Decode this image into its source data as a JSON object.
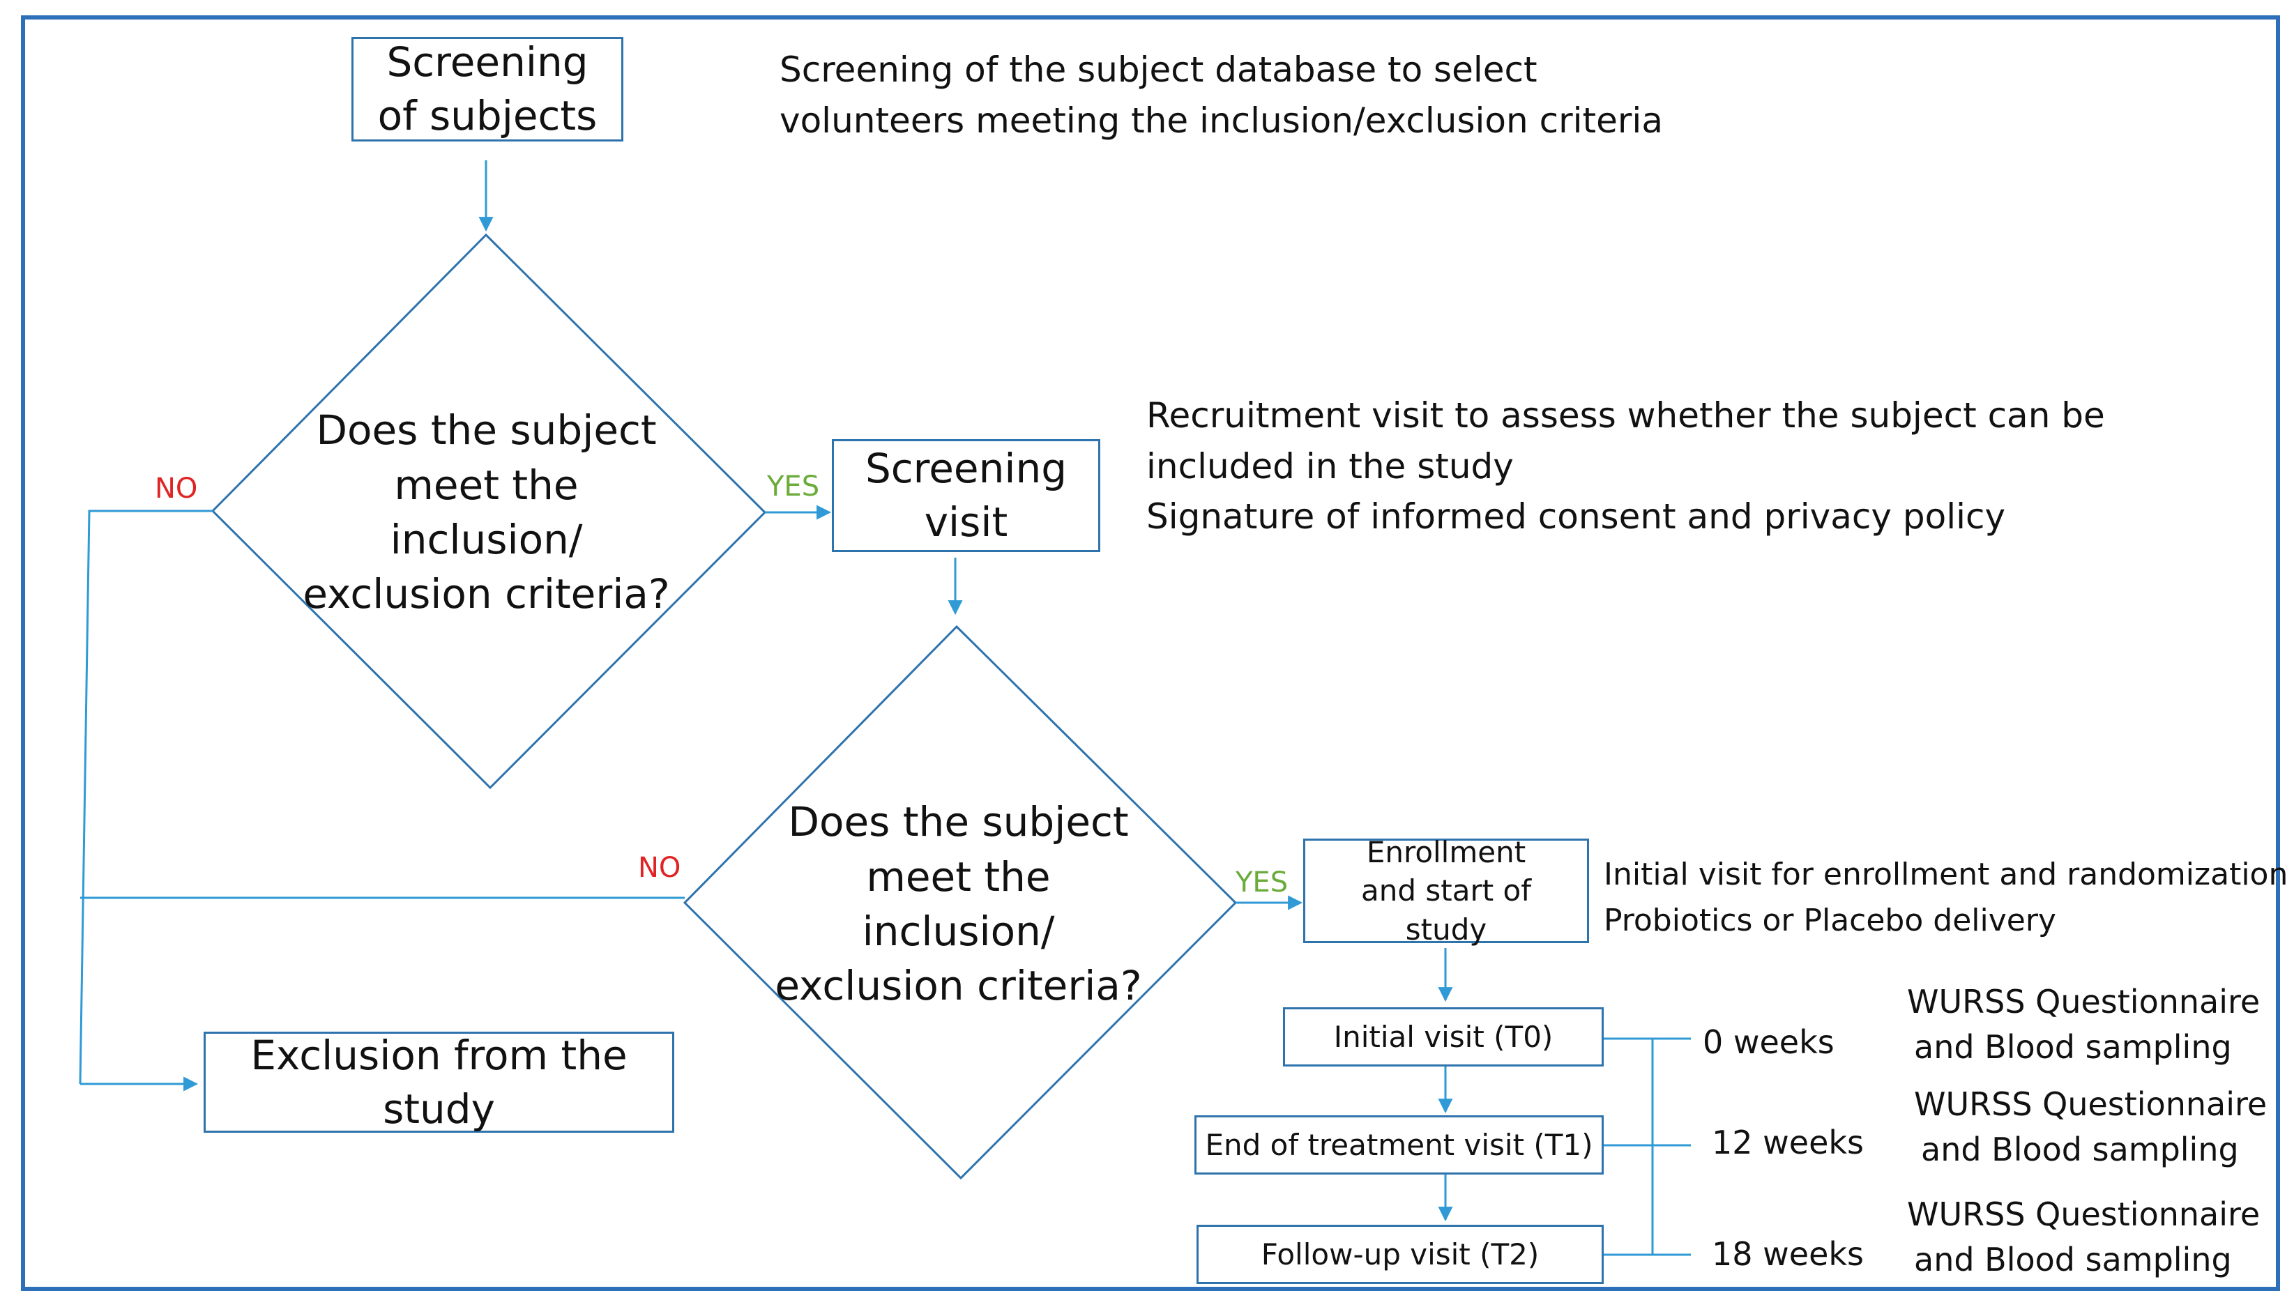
{
  "colors": {
    "frame": "#2d6fb8",
    "line": "#2f73ad",
    "no": "#e02424",
    "yes": "#6aab3a"
  },
  "nodes": {
    "screening_subjects": "Screening of subjects",
    "decision1": "Does the subject meet the inclusion/ exclusion criteria?",
    "screening_visit": "Screening visit",
    "decision2": "Does the subject meet the inclusion/ exclusion criteria?",
    "exclusion": "Exclusion from the study",
    "enrollment": "Enrollment and start of study",
    "initial_visit": "Initial visit (T0)",
    "end_treatment": "End of treatment visit (T1)",
    "follow_up": "Follow-up visit (T2)"
  },
  "labels": {
    "no1": "NO",
    "yes1": "YES",
    "no2": "NO",
    "yes2": "YES"
  },
  "notes": {
    "screening": [
      "Screening of the subject database to select",
      "volunteers meeting the inclusion/exclusion criteria"
    ],
    "recruitment": [
      "Recruitment visit to assess whether the subject can be",
      "included in the study",
      "Signature of informed consent and privacy policy"
    ],
    "enrollment": [
      "Initial visit for enrollment and randomization",
      "Probiotics or Placebo delivery"
    ]
  },
  "timeline": [
    {
      "weeks": "0 weeks",
      "measure": [
        "WURSS Questionnaire",
        "and Blood sampling"
      ]
    },
    {
      "weeks": "12 weeks",
      "measure": [
        "WURSS Questionnaire",
        "and Blood sampling"
      ]
    },
    {
      "weeks": "18 weeks",
      "measure": [
        "WURSS Questionnaire",
        "and Blood sampling"
      ]
    }
  ]
}
